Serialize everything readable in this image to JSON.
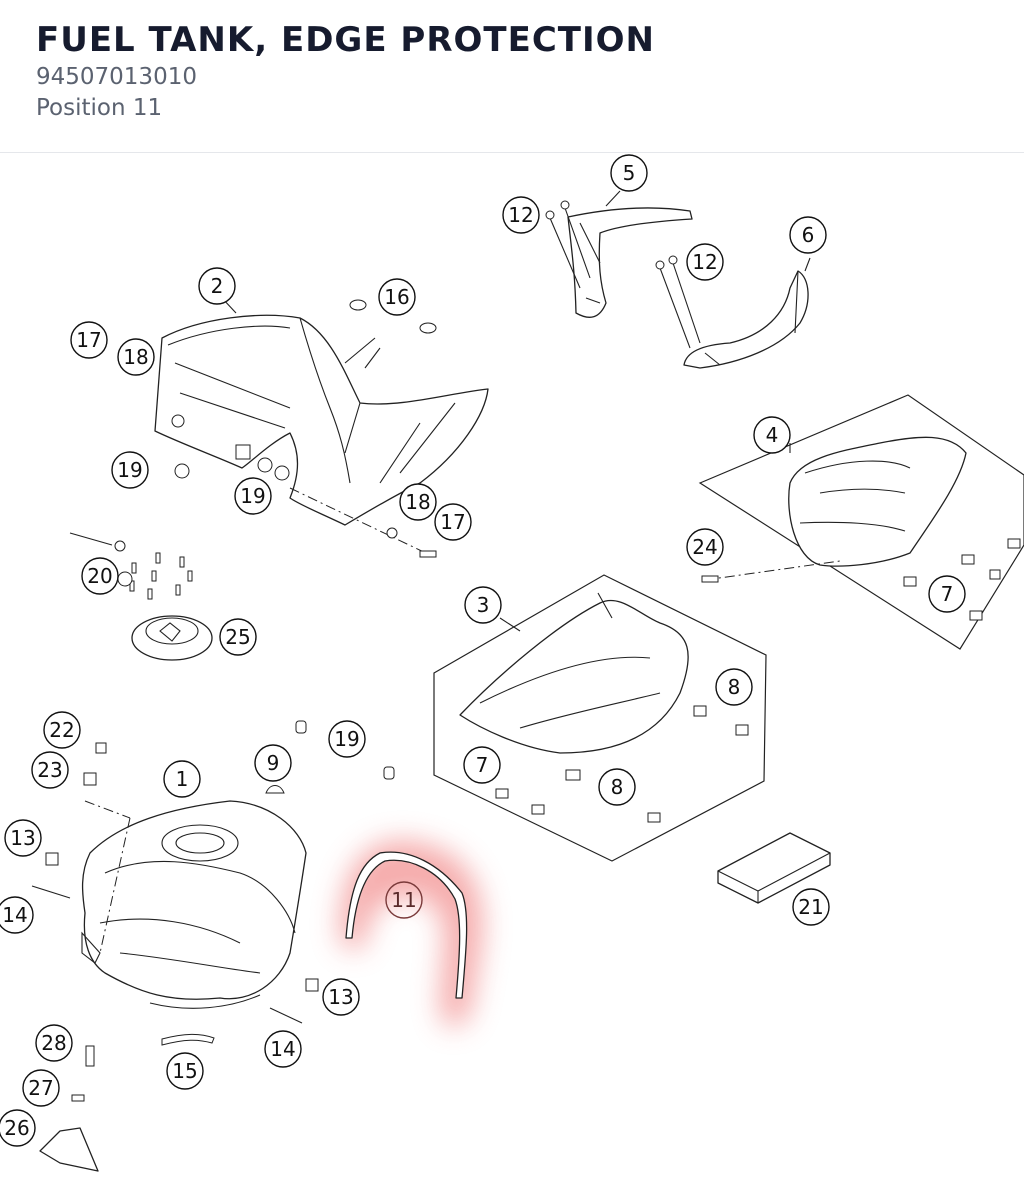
{
  "header": {
    "title": "FUEL TANK, EDGE PROTECTION",
    "part_number": "94507013010",
    "position": "Position 11"
  },
  "colors": {
    "title": "#161b2e",
    "subtitle": "#5b6270",
    "highlight": "#f4a3a3",
    "line": "#222222"
  },
  "diagram": {
    "highlighted_position": "11",
    "callouts": [
      "1",
      "2",
      "3",
      "4",
      "5",
      "6",
      "7",
      "7",
      "8",
      "8",
      "9",
      "11",
      "12",
      "12",
      "13",
      "13",
      "14",
      "14",
      "15",
      "16",
      "17",
      "17",
      "18",
      "18",
      "19",
      "19",
      "19",
      "20",
      "21",
      "22",
      "23",
      "24",
      "25",
      "26",
      "27",
      "28"
    ]
  }
}
